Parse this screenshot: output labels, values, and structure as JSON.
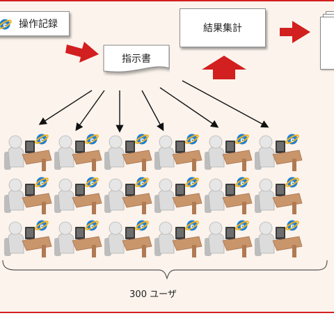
{
  "flow": {
    "operation_log": "操作記録",
    "instructions": "指示書",
    "result_aggregation": "結果集計",
    "users": "300 ユーザ"
  },
  "icons": {
    "browser": "internet-explorer-icon",
    "user": "user-at-desk-icon",
    "report": "document-stack-icon"
  },
  "colors": {
    "accent": "#d21f1f",
    "background": "#fbf3ec",
    "desk": "#c9956a",
    "ie_blue": "#1f7fd4",
    "ie_ring": "#f2b21b"
  },
  "user_grid": {
    "rows": 3,
    "columns": 6,
    "total_users": 300
  }
}
